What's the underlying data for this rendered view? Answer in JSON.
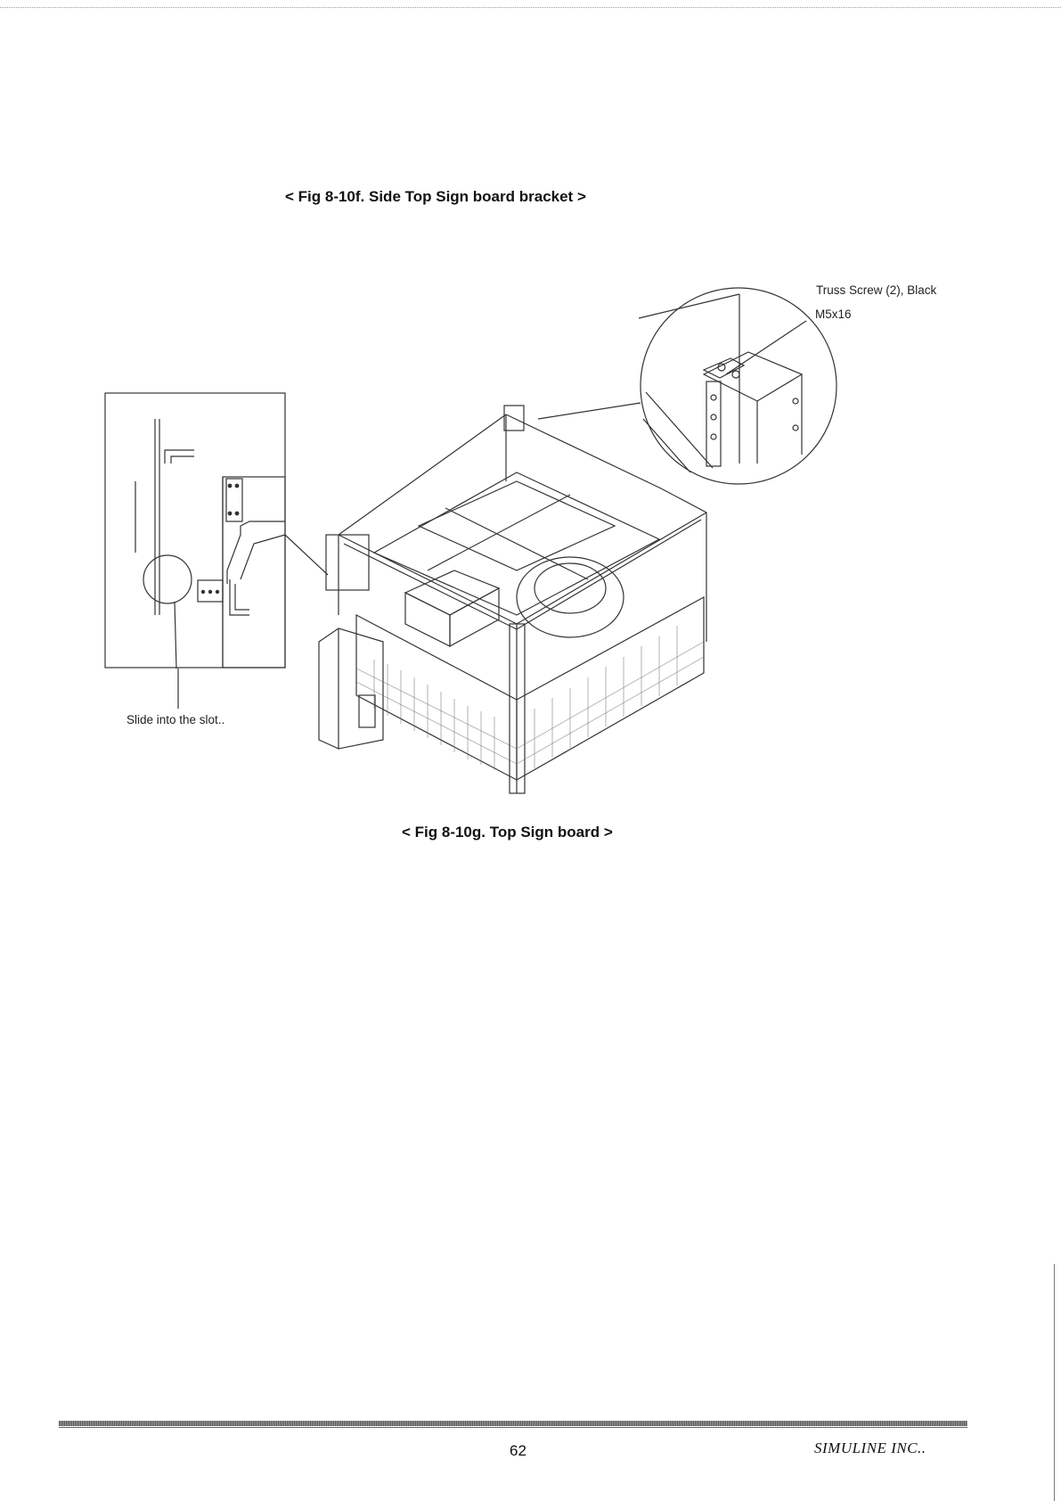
{
  "captions": {
    "fig_f": "< Fig 8-10f. Side Top Sign board bracket >",
    "fig_g": "< Fig 8-10g. Top Sign board >"
  },
  "callouts": {
    "truss_screw": "Truss Screw (2), Black",
    "size": "M5x16",
    "slide": "Slide into the slot.."
  },
  "footer": {
    "page_number": "62",
    "company": "SIMULINE INC.."
  }
}
